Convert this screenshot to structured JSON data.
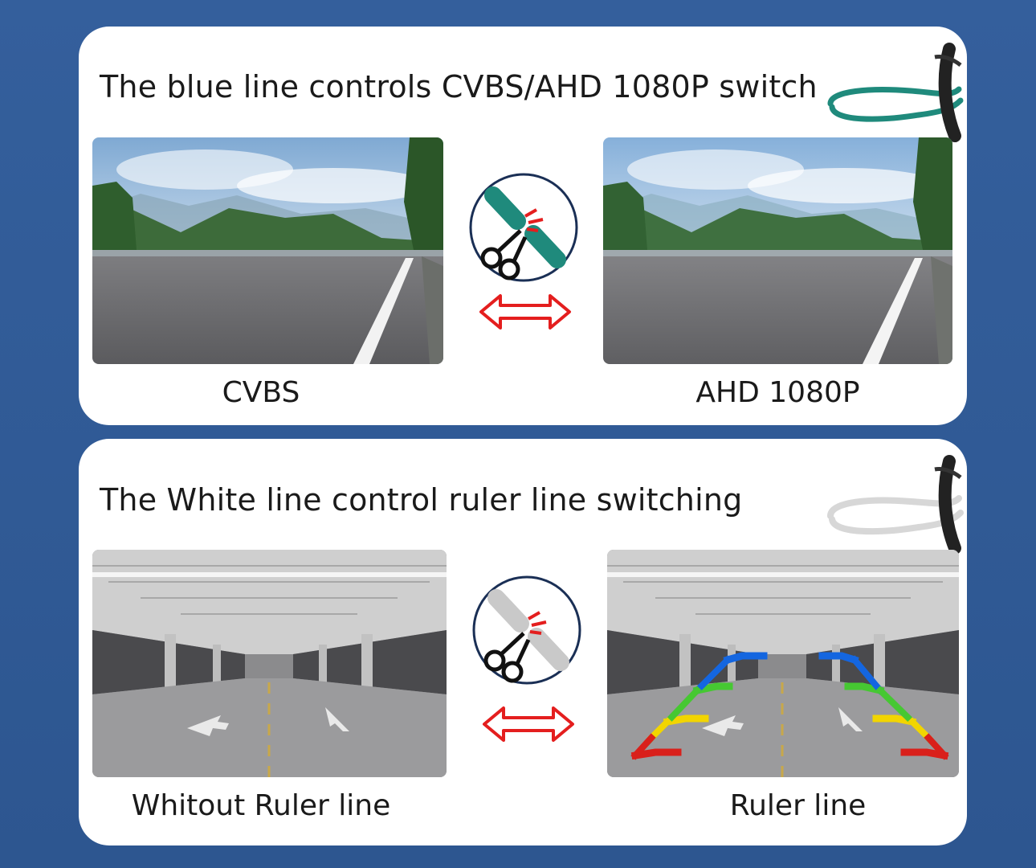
{
  "colors": {
    "background": "#2f5b98",
    "card": "#ffffff",
    "blue_wire": "#1f8a7c",
    "white_wire": "#e8e8e8",
    "arrow": "#e41e1e",
    "ruler_red": "#d9201b",
    "ruler_yellow": "#f2d500",
    "ruler_green": "#46c832",
    "ruler_blue": "#1466e0"
  },
  "sections": [
    {
      "heading": "The blue line controls CVBS/AHD 1080P switch",
      "left_caption": "CVBS",
      "right_caption": "AHD 1080P",
      "icons": [
        "teal-cable-icon",
        "cut-wire-icon",
        "double-arrow-icon"
      ]
    },
    {
      "heading": "The White line control ruler line switching",
      "left_caption": "Whitout Ruler line",
      "right_caption": "Ruler line",
      "icons": [
        "white-cable-icon",
        "cut-wire-icon",
        "double-arrow-icon"
      ]
    }
  ]
}
